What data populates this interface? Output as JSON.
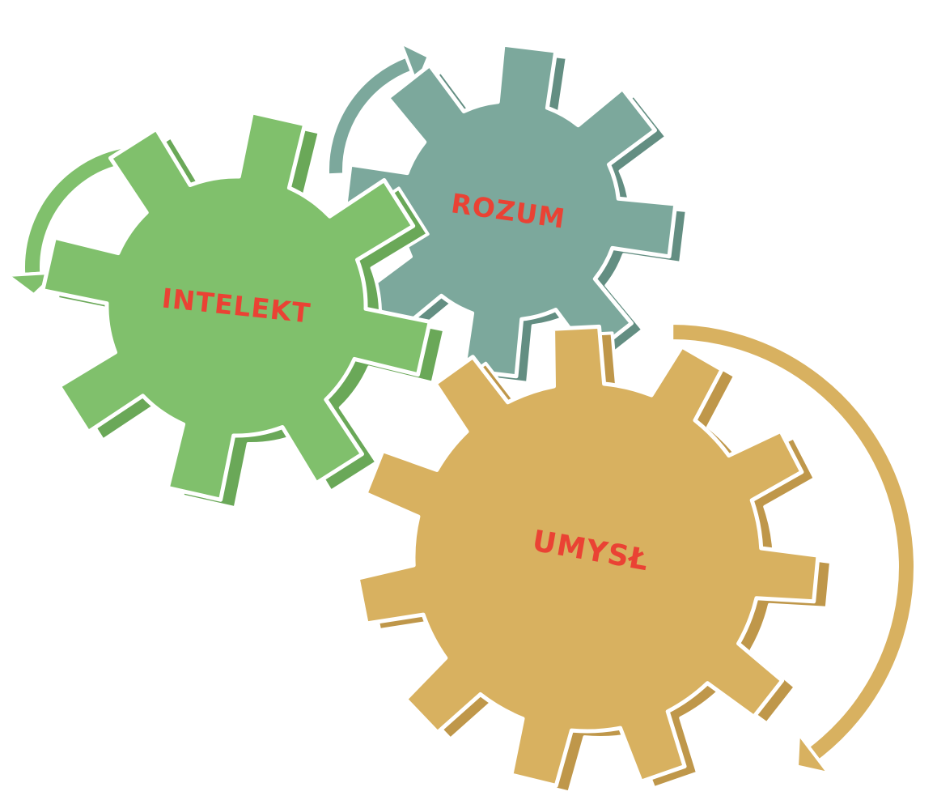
{
  "colors": {
    "background": "#ffffff",
    "intelekt_face": "#80c06c",
    "intelekt_side": "#6aa858",
    "rozum_face": "#7ca89c",
    "rozum_side": "#638e82",
    "umysl_face": "#d8b160",
    "umysl_side": "#bf974a",
    "label": "#ea4234",
    "outline": "#ffffff"
  },
  "gears": [
    {
      "key": "intelekt",
      "label": "INTELEKT",
      "teeth": 8,
      "rotation_direction": "counterclockwise",
      "color_role": "green"
    },
    {
      "key": "rozum",
      "label": "ROZUM",
      "teeth": 8,
      "rotation_direction": "clockwise",
      "color_role": "teal"
    },
    {
      "key": "umysl",
      "label": "UMYSŁ",
      "teeth": 11,
      "rotation_direction": "clockwise",
      "color_role": "gold"
    }
  ],
  "arrows": [
    {
      "name": "intelekt-rotation-arrow-icon",
      "color_role": "green"
    },
    {
      "name": "rozum-rotation-arrow-icon",
      "color_role": "teal"
    },
    {
      "name": "umysl-rotation-arrow-icon",
      "color_role": "gold"
    }
  ]
}
